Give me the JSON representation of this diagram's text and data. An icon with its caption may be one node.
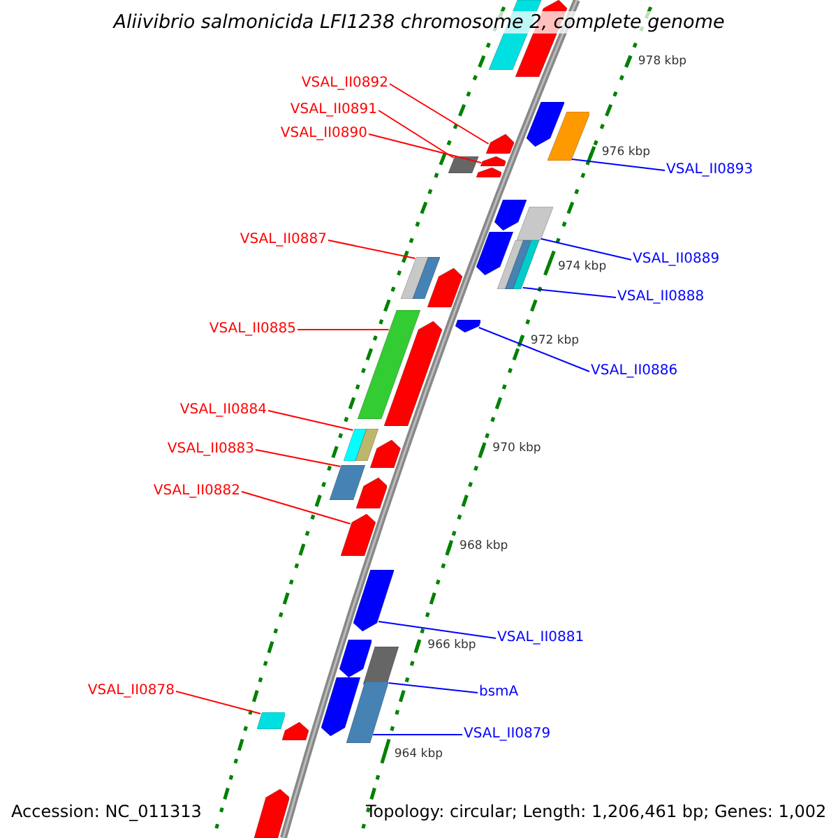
{
  "diagram": {
    "title": "Aliivibrio salmonicida LFI1238 chromosome 2, complete genome",
    "nodes": [
      {
        "text": [
          "VSAL_II0892"
        ]
      },
      {
        "text": [
          "VSAL_II0891"
        ]
      },
      {
        "text": [
          "VSAL_II0890"
        ]
      },
      {
        "text": [
          "VSAL_II0893"
        ]
      },
      {
        "text": [
          "VSAL_II0887"
        ]
      },
      {
        "text": [
          "VSAL_II0889"
        ]
      },
      {
        "text": [
          "VSAL_II0888"
        ]
      },
      {
        "text": [
          "VSAL_II0885"
        ]
      },
      {
        "text": [
          "VSAL_II0886"
        ]
      },
      {
        "text": [
          "VSAL_II0884"
        ]
      },
      {
        "text": [
          "VSAL_II0883"
        ]
      },
      {
        "text": [
          "VSAL_II0882"
        ]
      },
      {
        "text": [
          "VSAL_II0881"
        ]
      },
      {
        "text": [
          "VSAL_II0878"
        ]
      },
      {
        "text": [
          "bsmA"
        ]
      },
      {
        "text": [
          "VSAL_II0879"
        ]
      },
      {
        "text": [],
        "shape": "pentagon"
      },
      {
        "text": [],
        "shape": "box"
      },
      {
        "text": [],
        "shape": "pentagon"
      },
      {
        "text": [],
        "shape": "box"
      },
      {
        "text": [],
        "shape": "pentagon"
      },
      {
        "text": [],
        "shape": "box"
      },
      {
        "text": [],
        "shape": "pentagon"
      },
      {
        "text": [],
        "shape": "pentagon"
      },
      {
        "text": [],
        "shape": "pentagon"
      },
      {
        "text": [],
        "shape": "box"
      },
      {
        "text": [],
        "shape": "pentagon"
      },
      {
        "text": [],
        "shape": "box"
      },
      {
        "text": [],
        "shape": "box"
      },
      {
        "text": [],
        "shape": "pentagon"
      },
      {
        "text": [],
        "shape": "box"
      },
      {
        "text": [],
        "shape": "pentagon"
      },
      {
        "text": [],
        "shape": "pentagon"
      },
      {
        "text": [],
        "shape": "box"
      },
      {
        "text": [],
        "shape": "pentagon"
      },
      {
        "text": [],
        "shape": "box"
      },
      {
        "text": [],
        "shape": "pentagon"
      },
      {
        "text": [],
        "shape": "pentagon"
      },
      {
        "text": [],
        "shape": "pentagon"
      },
      {
        "text": [],
        "shape": "pentagon"
      },
      {
        "text": [],
        "shape": "box"
      },
      {
        "text": [],
        "shape": "pentagon"
      },
      {
        "text": [],
        "shape": "box"
      },
      {
        "text": [],
        "shape": "box"
      },
      {
        "text": [],
        "shape": "pentagon"
      },
      {
        "text": [],
        "shape": "pentagon"
      }
    ],
    "edges": [
      {
        "from": 0,
        "to": 20,
        "arrow": "none"
      },
      {
        "from": 1,
        "to": 21,
        "arrow": "none"
      },
      {
        "from": 2,
        "to": 22,
        "arrow": "none"
      },
      {
        "from": 3,
        "to": 19,
        "arrow": "none",
        "color": "#0000ff"
      },
      {
        "from": 4,
        "to": 28,
        "arrow": "none"
      },
      {
        "from": 5,
        "to": 25,
        "arrow": "none",
        "color": "#0000ff"
      },
      {
        "from": 6,
        "to": 27,
        "arrow": "none",
        "color": "#0000ff"
      },
      {
        "from": 7,
        "to": 30,
        "arrow": "none"
      },
      {
        "from": 8,
        "to": 31,
        "arrow": "none",
        "color": "#0000ff"
      },
      {
        "from": 9,
        "to": 33,
        "arrow": "none"
      },
      {
        "from": 10,
        "to": 35,
        "arrow": "none"
      },
      {
        "from": 11,
        "to": 37,
        "arrow": "none"
      },
      {
        "from": 12,
        "to": 38,
        "arrow": "none",
        "color": "#0000ff"
      },
      {
        "from": 13,
        "to": 43,
        "arrow": "none"
      },
      {
        "from": 14,
        "to": 40,
        "arrow": "none",
        "color": "#0000ff"
      },
      {
        "from": 15,
        "to": 42,
        "arrow": "none",
        "color": "#0000ff"
      }
    ],
    "labels": [
      "978 kbp",
      "976 kbp",
      "974 kbp",
      "972 kbp",
      "970 kbp",
      "968 kbp",
      "966 kbp",
      "964 kbp",
      "Accession: NC_011313",
      "Topology: circular; Length: 1,206,461 bp; Genes: 1,002"
    ]
  }
}
